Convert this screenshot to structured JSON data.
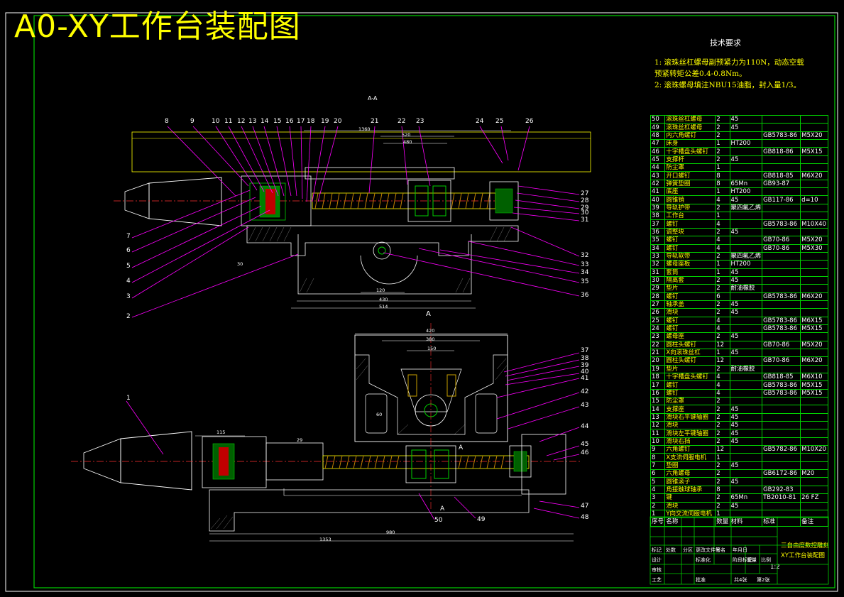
{
  "title": "A0-XY工作台装配图",
  "tech_requirements": {
    "heading": "技术要求",
    "notes": [
      "1:   滚珠丝杠螺母副预紧力为110N，动态空载",
      "预紧转矩公差0.4-0.8Nm。",
      "2:   滚珠螺母填注NBU15油脂，封入量1/3。"
    ]
  },
  "section_labels": {
    "aa": "A-A",
    "a_top": "A",
    "a_mid": "A",
    "a_bottom": "A"
  },
  "callouts_left_top": [
    "8",
    "9",
    "10",
    "11",
    "12",
    "13",
    "14",
    "15",
    "16",
    "17",
    "18",
    "19",
    "20",
    "21",
    "22",
    "23",
    "24",
    "25",
    "26"
  ],
  "callouts_right_top": [
    "27",
    "28",
    "29",
    "30",
    "31",
    "32",
    "33",
    "34",
    "35",
    "36"
  ],
  "callouts_left_side": [
    "7",
    "6",
    "5",
    "4",
    "3",
    "2"
  ],
  "callouts_right_bottom": [
    "37",
    "38",
    "39",
    "40",
    "41",
    "42",
    "43",
    "44",
    "45",
    "46",
    "47",
    "48"
  ],
  "callouts_bottom": [
    "1",
    "50",
    "49"
  ],
  "dimensions": {
    "top_width": "1360",
    "d_520": "520",
    "d_480": "480",
    "d_30": "30",
    "d_120": "120",
    "d_430": "430",
    "d_514": "514",
    "d_420": "420",
    "d_380": "380",
    "d_150": "150",
    "d_60": "60",
    "d_115": "115",
    "d_29": "29",
    "d_980": "980",
    "d_1353": "1353"
  },
  "bom": {
    "rows": [
      [
        "50",
        "滚珠丝杠螺母",
        "2",
        "45",
        "",
        ""
      ],
      [
        "49",
        "滚珠丝杠螺母",
        "2",
        "45",
        "",
        ""
      ],
      [
        "48",
        "内六角螺钉",
        "2",
        "",
        "GB5783-86",
        "M5X20"
      ],
      [
        "47",
        "床身",
        "1",
        "HT200",
        "",
        ""
      ],
      [
        "46",
        "十字槽盘头螺钉",
        "2",
        "",
        "GB818-86",
        "M5X15"
      ],
      [
        "45",
        "支撑杆",
        "2",
        "45",
        "",
        ""
      ],
      [
        "44",
        "防尘罩",
        "1",
        "",
        "",
        ""
      ],
      [
        "43",
        "开口螺钉",
        "8",
        "",
        "GB818-85",
        "M6X20"
      ],
      [
        "42",
        "弹簧垫圈",
        "8",
        "65Mn",
        "GB93-87",
        ""
      ],
      [
        "41",
        "底座",
        "1",
        "HT200",
        "",
        ""
      ],
      [
        "40",
        "圆锥销",
        "4",
        "45",
        "GB117-86",
        "d=10"
      ],
      [
        "39",
        "导轨护带",
        "2",
        "聚四氟乙烯",
        "",
        ""
      ],
      [
        "38",
        "工作台",
        "1",
        "",
        "",
        ""
      ],
      [
        "37",
        "螺钉",
        "4",
        "",
        "GB5783-86",
        "M10X40"
      ],
      [
        "36",
        "调整块",
        "2",
        "45",
        "",
        ""
      ],
      [
        "35",
        "螺钉",
        "4",
        "",
        "GB70-86",
        "M5X20"
      ],
      [
        "34",
        "螺钉",
        "4",
        "",
        "GB70-86",
        "M5X30"
      ],
      [
        "33",
        "导轨软带",
        "2",
        "聚四氟乙烯",
        "",
        ""
      ],
      [
        "32",
        "螺母座板",
        "1",
        "HT200",
        "",
        ""
      ],
      [
        "31",
        "套筒",
        "1",
        "45",
        "",
        ""
      ],
      [
        "30",
        "隔离套",
        "2",
        "45",
        "",
        ""
      ],
      [
        "29",
        "垫片",
        "2",
        "耐油橡胶",
        "",
        ""
      ],
      [
        "28",
        "螺钉",
        "6",
        "",
        "GB5783-86",
        "M6X20"
      ],
      [
        "27",
        "轴承盖",
        "2",
        "45",
        "",
        ""
      ],
      [
        "26",
        "滑块",
        "2",
        "45",
        "",
        ""
      ],
      [
        "25",
        "螺钉",
        "4",
        "",
        "GB5783-86",
        "M6X15"
      ],
      [
        "24",
        "螺钉",
        "4",
        "",
        "GB5783-86",
        "M5X15"
      ],
      [
        "23",
        "螺母座",
        "2",
        "45",
        "",
        ""
      ],
      [
        "22",
        "圆柱头螺钉",
        "12",
        "",
        "GB70-86",
        "M5X20"
      ],
      [
        "21",
        "X向滚珠丝杠",
        "1",
        "45",
        "",
        ""
      ],
      [
        "20",
        "圆柱头螺钉",
        "12",
        "",
        "GB70-86",
        "M6X20"
      ],
      [
        "19",
        "垫片",
        "2",
        "耐油橡胶",
        "",
        ""
      ],
      [
        "18",
        "十字槽盘头螺钉",
        "4",
        "",
        "GB818-85",
        "M6X10"
      ],
      [
        "17",
        "螺钉",
        "4",
        "",
        "GB5783-86",
        "M5X15"
      ],
      [
        "16",
        "螺钉",
        "4",
        "",
        "GB5783-86",
        "M5X15"
      ],
      [
        "15",
        "防尘罩",
        "2",
        "",
        "",
        ""
      ],
      [
        "14",
        "支撑座",
        "2",
        "45",
        "",
        ""
      ],
      [
        "13",
        "滑块右平键轴圈",
        "2",
        "45",
        "",
        ""
      ],
      [
        "12",
        "滑块",
        "2",
        "45",
        "",
        ""
      ],
      [
        "11",
        "滑块左平键轴圈",
        "2",
        "45",
        "",
        ""
      ],
      [
        "10",
        "滑块右挡",
        "2",
        "45",
        "",
        ""
      ],
      [
        "9",
        "六角螺钉",
        "12",
        "",
        "GB5782-86",
        "M10X20"
      ],
      [
        "8",
        "X支流伺服电机",
        "1",
        "",
        "",
        ""
      ],
      [
        "7",
        "垫圈",
        "2",
        "45",
        "",
        ""
      ],
      [
        "6",
        "六角螺母",
        "2",
        "",
        "GB6172-86",
        "M20"
      ],
      [
        "5",
        "圆锥滚子",
        "2",
        "45",
        "",
        ""
      ],
      [
        "4",
        "角接触球轴承",
        "8",
        "",
        "GB292-83",
        ""
      ],
      [
        "3",
        "键",
        "2",
        "65Mn",
        "TB2010-81",
        "26 FZ"
      ],
      [
        "2",
        "滑块",
        "2",
        "45",
        "",
        ""
      ],
      [
        "1",
        "Y向交流伺服电机",
        "1",
        "",
        "",
        ""
      ]
    ],
    "header": [
      "序号",
      "名称",
      "数量",
      "材料",
      "标准",
      "备注"
    ]
  },
  "title_block": {
    "school": "三自由度数控雕刻",
    "drawing_name": "XY工作台装配图",
    "scale": "1:2",
    "labels": [
      "标记",
      "处数",
      "分区",
      "更改文件号",
      "签名",
      "年月日",
      "设计",
      "标准化",
      "审核",
      "工艺",
      "批准",
      "阶段标记",
      "重量",
      "比例",
      "共4张",
      "第2张"
    ]
  }
}
